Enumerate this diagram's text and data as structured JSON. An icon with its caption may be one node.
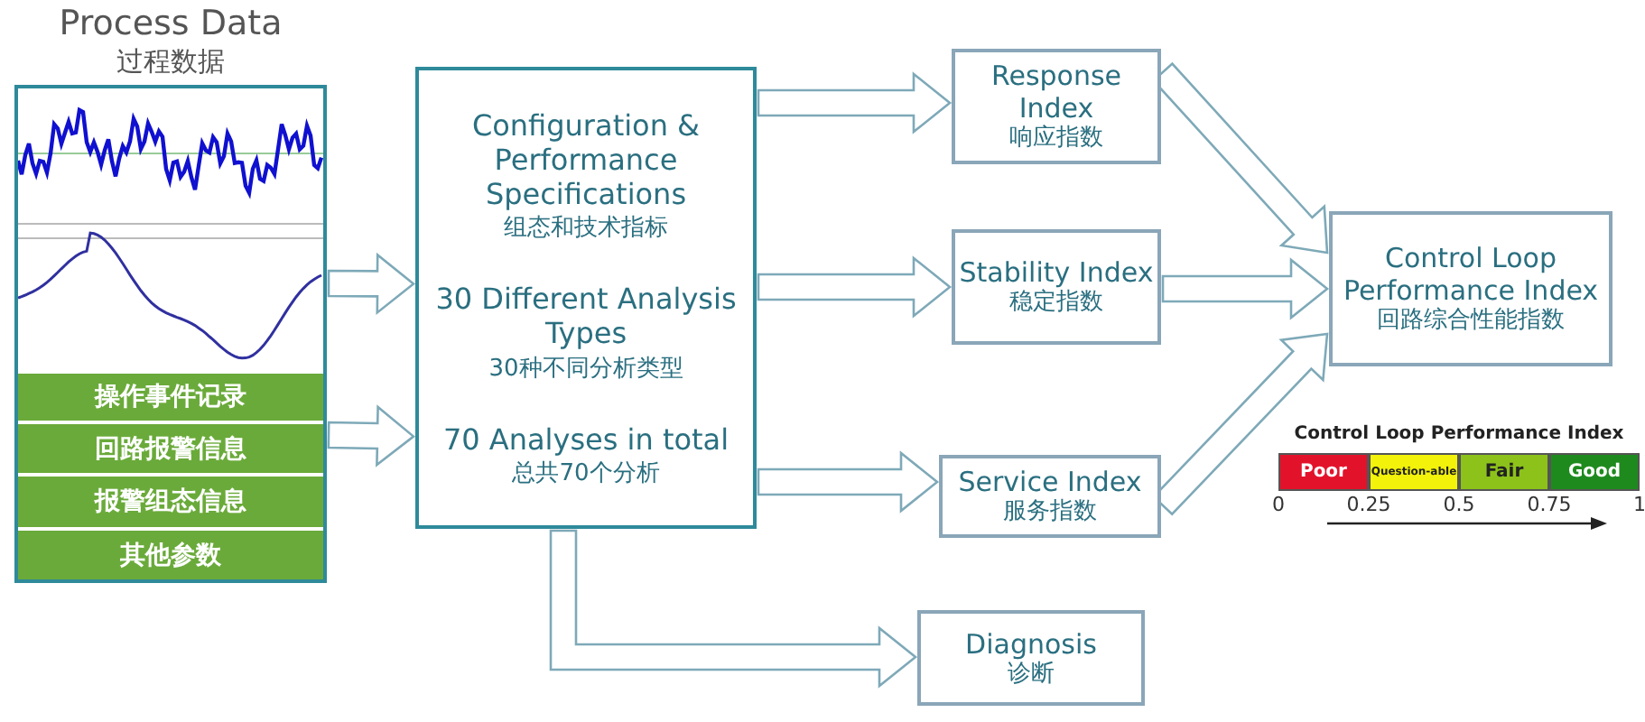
{
  "diagram": {
    "nodes": [
      {
        "text": [
          "Process Data",
          "过程数据"
        ]
      },
      {
        "text": [
          "操作事件记录"
        ],
        "in": 0
      },
      {
        "text": [
          "回路报警信息"
        ],
        "in": 0
      },
      {
        "text": [
          "报警组态信息"
        ],
        "in": 0
      },
      {
        "text": [
          "其他参数"
        ],
        "in": 0
      },
      {
        "text": [
          "Configuration & Performance Specifications",
          "组态和技术指标",
          "30 Different Analysis Types",
          "30种不同分析类型",
          "70 Analyses in total",
          "总共70个分析"
        ]
      },
      {
        "text": [
          "Response Index",
          "响应指数"
        ]
      },
      {
        "text": [
          "Stability Index",
          "稳定指数"
        ]
      },
      {
        "text": [
          "Service Index",
          "服务指数"
        ]
      },
      {
        "text": [
          "Control Loop Performance Index",
          "回路综合性能指数"
        ]
      },
      {
        "text": [
          "Diagnosis",
          "诊断"
        ]
      }
    ],
    "edges": [
      {
        "from": 0,
        "to": 5,
        "arrow": "to"
      },
      {
        "from": 0,
        "to": 5,
        "arrow": "to"
      },
      {
        "from": 5,
        "to": 6,
        "arrow": "to"
      },
      {
        "from": 5,
        "to": 7,
        "arrow": "to"
      },
      {
        "from": 5,
        "to": 8,
        "arrow": "to"
      },
      {
        "from": 6,
        "to": 9,
        "arrow": "to"
      },
      {
        "from": 7,
        "to": 9,
        "arrow": "to"
      },
      {
        "from": 8,
        "to": 9,
        "arrow": "to"
      },
      {
        "from": 5,
        "to": 10,
        "arrow": "to"
      }
    ],
    "labels": [
      "Control Loop Performance Index",
      "0",
      "0.25",
      "0.5",
      "0.75",
      "1"
    ],
    "legend": [
      {
        "text": "Poor",
        "color": "#e3122b"
      },
      {
        "text": "Question-able",
        "color": "#f2f20a"
      },
      {
        "text": "Fair",
        "color": "#8cc21a"
      },
      {
        "text": "Good",
        "color": "#1e8a1e"
      }
    ]
  }
}
